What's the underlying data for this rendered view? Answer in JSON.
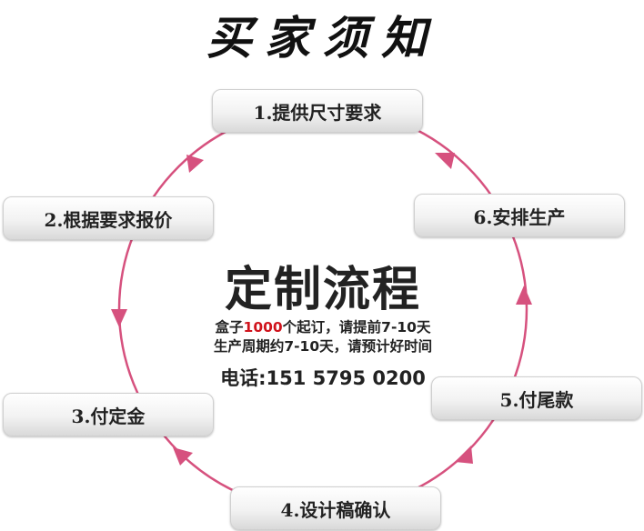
{
  "title": "买家须知",
  "steps": [
    "1.提供尺寸要求",
    "2.根据要求报价",
    "3.付定金",
    "4.设计稿确认",
    "5.付尾款",
    "6.安排生产"
  ],
  "center": {
    "heading": "定制流程",
    "line1_pre": "盒子",
    "line1_red": "1000",
    "line1_post": "个起订，请提前7-10天",
    "line2": "生产周期约7-10天，请预计好时间",
    "phone": "电话:151 5795 0200"
  },
  "colors": {
    "arrow": "#d6517e",
    "highlight": "#d0141d"
  }
}
